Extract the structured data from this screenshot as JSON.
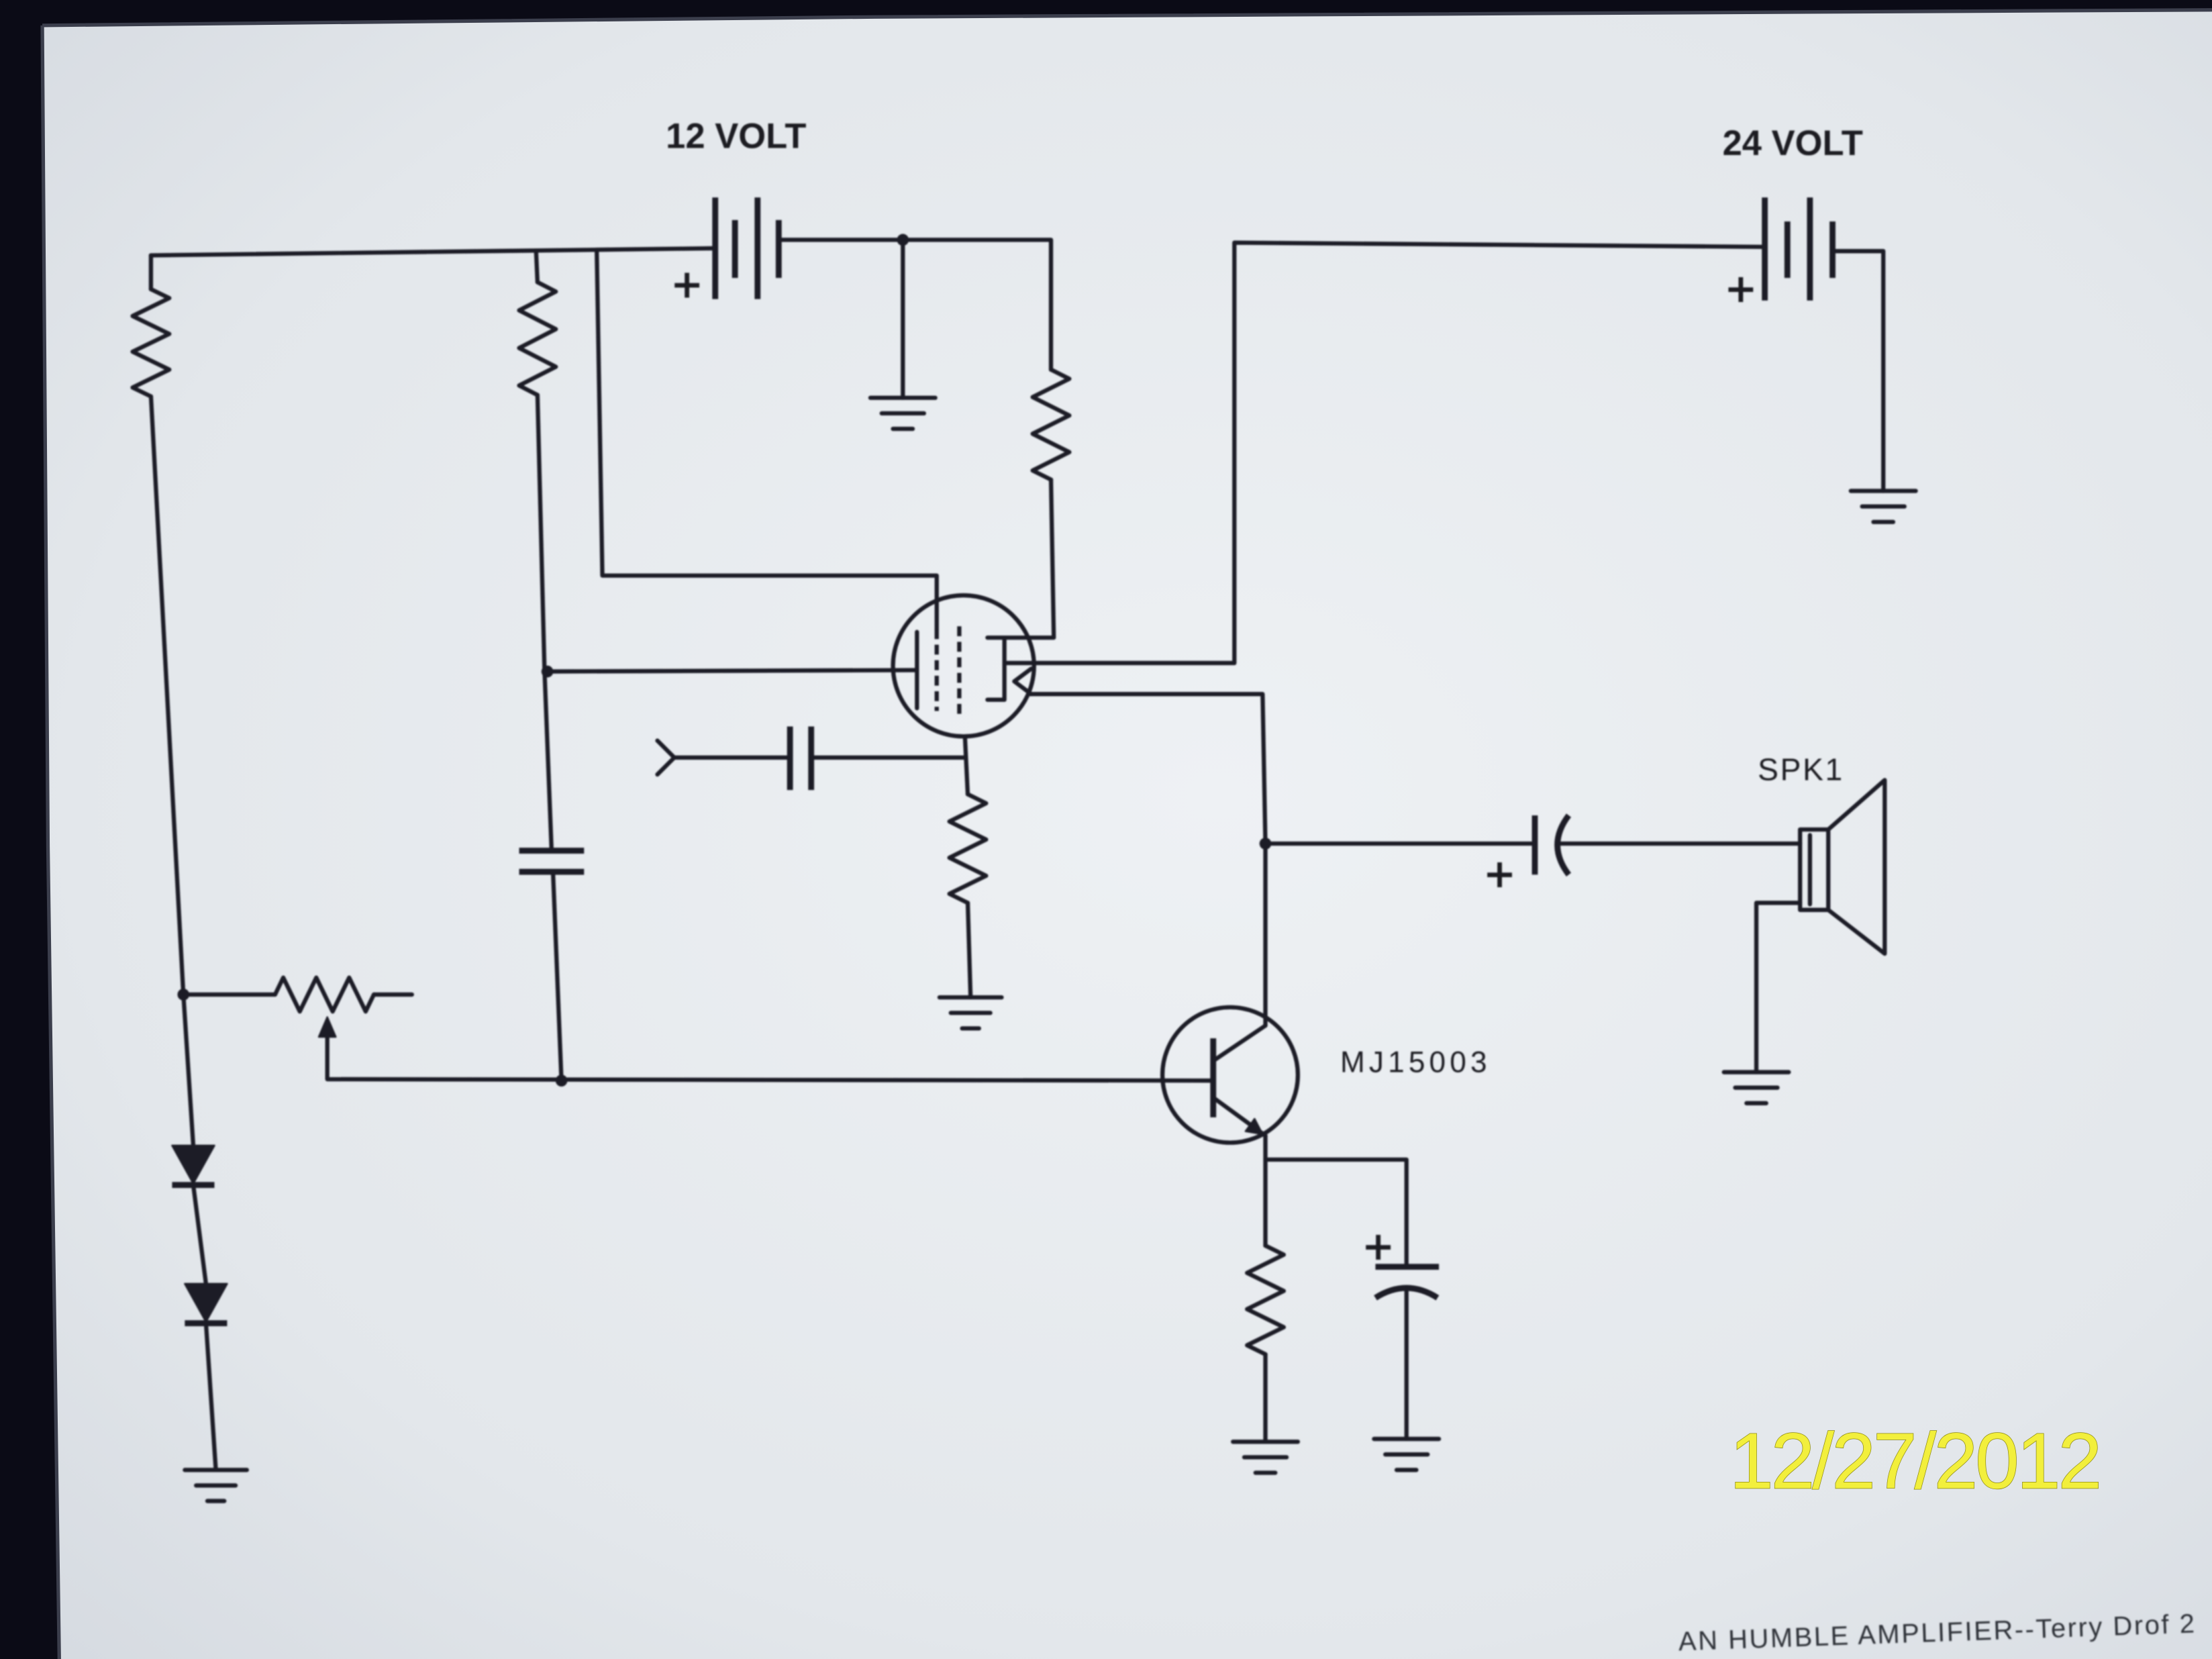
{
  "labels": {
    "supply_12v": "12 VOLT",
    "supply_24v": "24 VOLT",
    "speaker": "SPK1",
    "transistor": "MJ15003",
    "polarity_marks": [
      "+",
      "+",
      "+",
      "+"
    ]
  },
  "date_stamp": "12/27/2012",
  "caption": "AN HUMBLE AMPLIFIER--Terry Drof 2",
  "colors": {
    "screen": "#e3e7eb",
    "ink": "#1d1d25",
    "date_stamp": "#f2ef3c",
    "bezel": "#0b0b16"
  }
}
